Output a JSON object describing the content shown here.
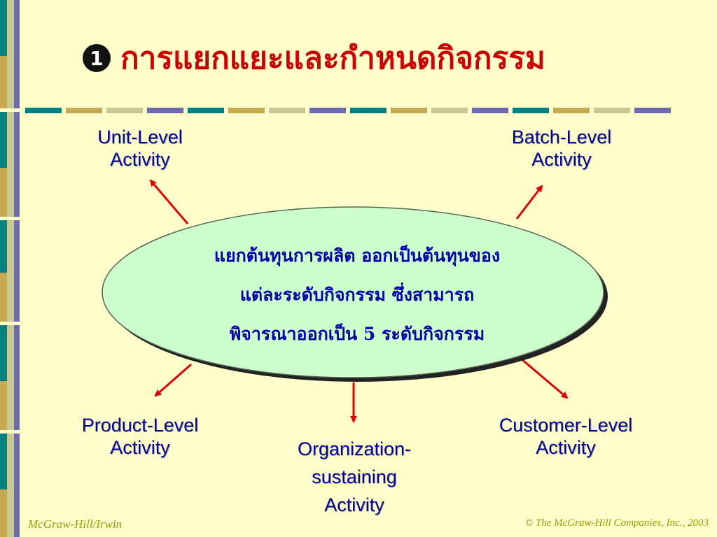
{
  "title": {
    "bullet": "1",
    "text": "การแยกแยะและกำหนดกิจกรรม"
  },
  "center": {
    "lines": [
      "แยกต้นทุนการผลิต ออกเป็นต้นทุนของ",
      "แต่ละระดับกิจกรรม ซึ่งสามารถ",
      "พิจารณาออกเป็น 5 ระดับกิจกรรม"
    ]
  },
  "activities": {
    "unit": [
      "Unit-Level",
      "Activity"
    ],
    "batch": [
      "Batch-Level",
      "Activity"
    ],
    "product": [
      "Product-Level",
      "Activity"
    ],
    "organization": [
      "Organization-",
      "sustaining",
      "Activity"
    ],
    "customer": [
      "Customer-Level",
      "Activity"
    ]
  },
  "footer": {
    "left": "McGraw-Hill/Irwin",
    "right": "© The McGraw-Hill Companies, Inc., 2003"
  },
  "colors": {
    "title": "#CC0000",
    "activity_text": "#000099",
    "center_text": "#0000AA",
    "ellipse_fill": "#CCFFCC",
    "arrow": "#E00000",
    "background": "#FFFFCC",
    "footer": "#999900"
  },
  "icons": {
    "title_bullet": "circled-number-icon"
  }
}
